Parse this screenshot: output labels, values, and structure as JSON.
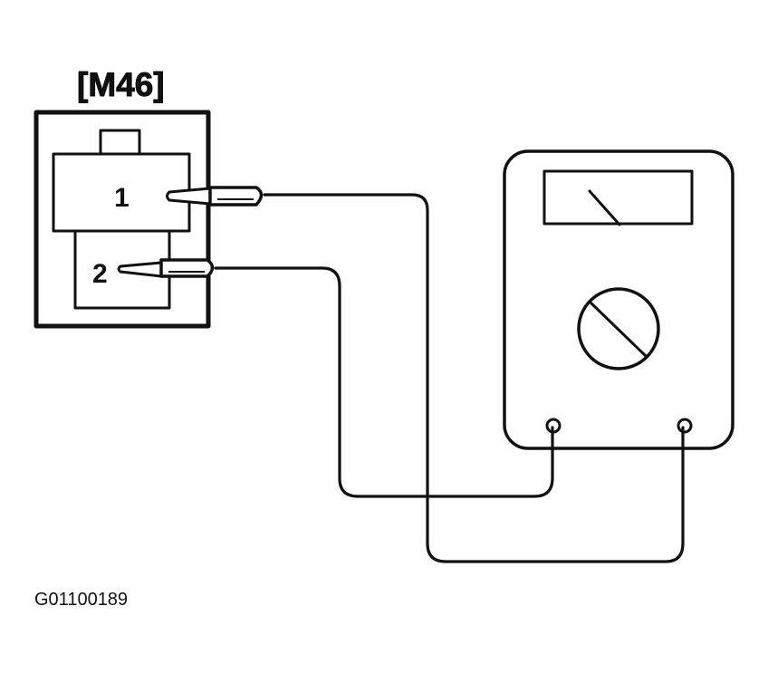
{
  "connector": {
    "label": "[M46]",
    "pins": [
      {
        "number": "1"
      },
      {
        "number": "2"
      }
    ]
  },
  "meter": {
    "icon": "analog-multimeter-icon",
    "terminals": 2
  },
  "figure_code": "G01100189",
  "colors": {
    "ink": "#111111",
    "background": "#ffffff"
  }
}
